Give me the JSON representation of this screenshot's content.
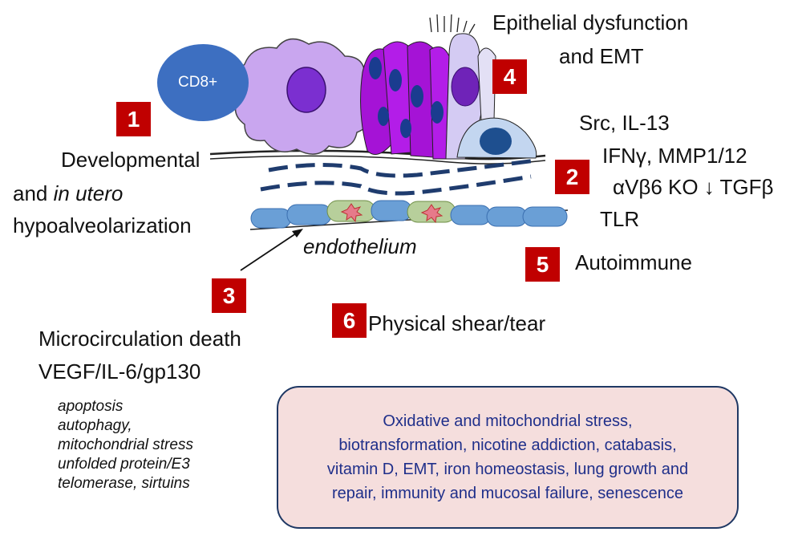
{
  "badges": {
    "b1": "1",
    "b2": "2",
    "b3": "3",
    "b4": "4",
    "b5": "5",
    "b6": "6"
  },
  "cd8_label": "CD8+",
  "epithelial": {
    "line1": "Epithelial dysfunction",
    "line2": "and EMT"
  },
  "developmental": {
    "line1": "Developmental",
    "line2_prefix": "and ",
    "line2_italic": "in utero",
    "line3": "hypoalveolarization"
  },
  "mediators": {
    "line1": "Src, IL-13",
    "line2": "IFNγ, MMP1/12",
    "line3": "αVβ6 KO ↓ TGFβ",
    "line4": "TLR"
  },
  "endothelium": "endothelium",
  "autoimmune": "Autoimmune",
  "physical": "Physical shear/tear",
  "microcirculation": {
    "line1": "Microcirculation death",
    "line2": "VEGF/IL-6/gp130"
  },
  "processes": [
    "apoptosis",
    "autophagy,",
    "mitochondrial stress",
    "unfolded protein/E3",
    "telomerase, sirtuins"
  ],
  "box_lines": [
    "Oxidative and mitochondrial stress,",
    "biotransformation, nicotine addiction, catabasis,",
    "vitamin D, EMT, iron homeostasis, lung growth and",
    "repair, immunity and mucosal failure, senescence"
  ],
  "colors": {
    "badge": "#c00000",
    "box_fill": "#f5dedd",
    "box_border": "#1f3864",
    "box_text": "#1f2f8a"
  }
}
